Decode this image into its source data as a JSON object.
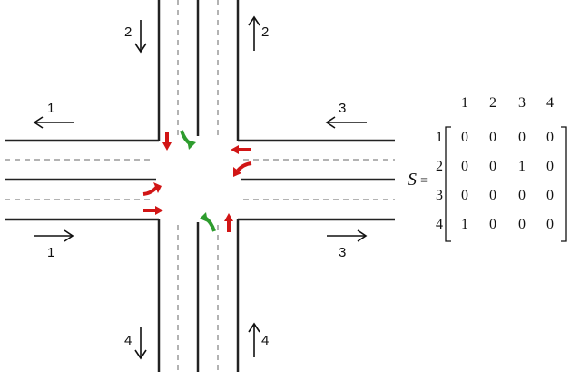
{
  "flow_labels": {
    "north_in": "2",
    "north_out": "2",
    "west_out": "1",
    "west_in": "1",
    "east_out": "3",
    "east_in": "3",
    "south_out": "4",
    "south_in": "4"
  },
  "matrix": {
    "symbol": "S",
    "equals": "=",
    "col_headers": [
      "1",
      "2",
      "3",
      "4"
    ],
    "row_headers": [
      "1",
      "2",
      "3",
      "4"
    ],
    "rows": [
      [
        "0",
        "0",
        "0",
        "0"
      ],
      [
        "0",
        "0",
        "1",
        "0"
      ],
      [
        "0",
        "0",
        "0",
        "0"
      ],
      [
        "1",
        "0",
        "0",
        "0"
      ]
    ],
    "highlight_cells": [
      [
        1,
        2
      ],
      [
        3,
        0
      ]
    ],
    "highlight_color": "#22cc22",
    "text_color": "#111111"
  },
  "movement_colors": {
    "conflict": "#d11515",
    "allowed": "#2e9c2e"
  }
}
